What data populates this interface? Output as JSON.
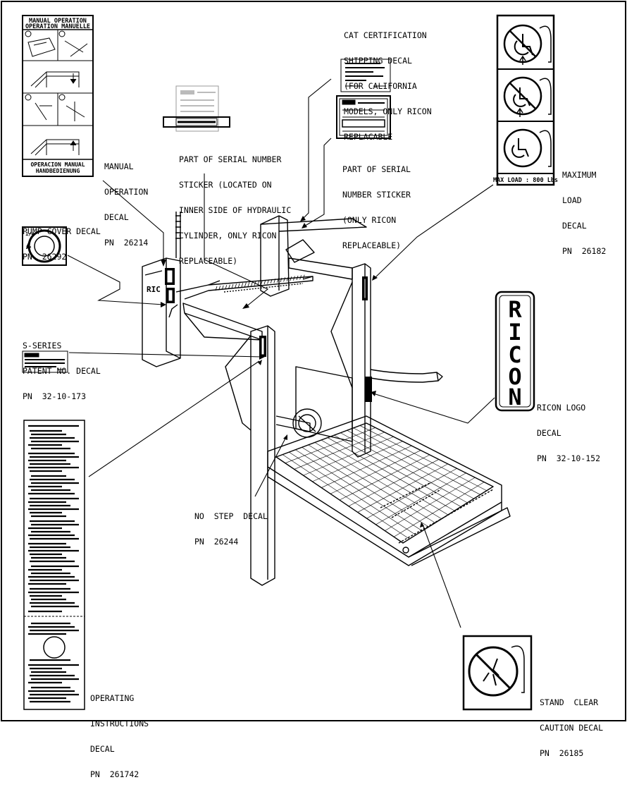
{
  "labels": {
    "manual_operation": [
      "MANUAL",
      "OPERATION",
      "DECAL",
      "PN  26214"
    ],
    "serial_sticker_inner": [
      "PART OF SERIAL NUMBER",
      "STICKER (LOCATED ON",
      "INNER SIDE OF HYDRAULIC",
      "CYLINDER, ONLY RICON",
      "REPLACEABLE)"
    ],
    "cat_certification": [
      "CAT CERTIFICATION",
      "SHIPPING DECAL",
      "(FOR CALIFORNIA",
      "MODELS, ONLY RICON",
      "REPLACABLE"
    ],
    "serial_sticker_only": [
      "PART OF SERIAL",
      "NUMBER STICKER",
      "(ONLY RICON",
      "REPLACEABLE)"
    ],
    "maximum_load": [
      "MAXIMUM",
      "LOAD",
      "DECAL",
      "PN  26182"
    ],
    "pump_cover": [
      "PUMP COVER DECAL",
      "PN  26292"
    ],
    "patent_no": [
      "S-SERIES",
      "PATENT NO. DECAL",
      "PN  32-10-173"
    ],
    "ricon_logo": [
      "RICON LOGO",
      "DECAL",
      "PN  32-10-152"
    ],
    "no_step": [
      "NO  STEP  DECAL",
      "PN  26244"
    ],
    "operating_instructions": [
      "OPERATING",
      "INSTRUCTIONS",
      "DECAL",
      "PN  261742"
    ],
    "stand_clear": [
      "STAND  CLEAR",
      "CAUTION DECAL",
      "PN  26185"
    ]
  },
  "decals": {
    "manual_op_title": [
      "MANUAL  OPERATION",
      "OPERATION  MANUELLE"
    ],
    "manual_op_footer": [
      "OPERACION  MANUAL",
      "HANDBEDIENUNG"
    ],
    "max_load_footer": "MAX LOAD : 800 Lbs",
    "pump_fraction": "1/4",
    "ricon_letters": [
      "R",
      "I",
      "C",
      "O",
      "N"
    ]
  },
  "colors": {
    "ink": "#000000",
    "paper": "#ffffff"
  }
}
